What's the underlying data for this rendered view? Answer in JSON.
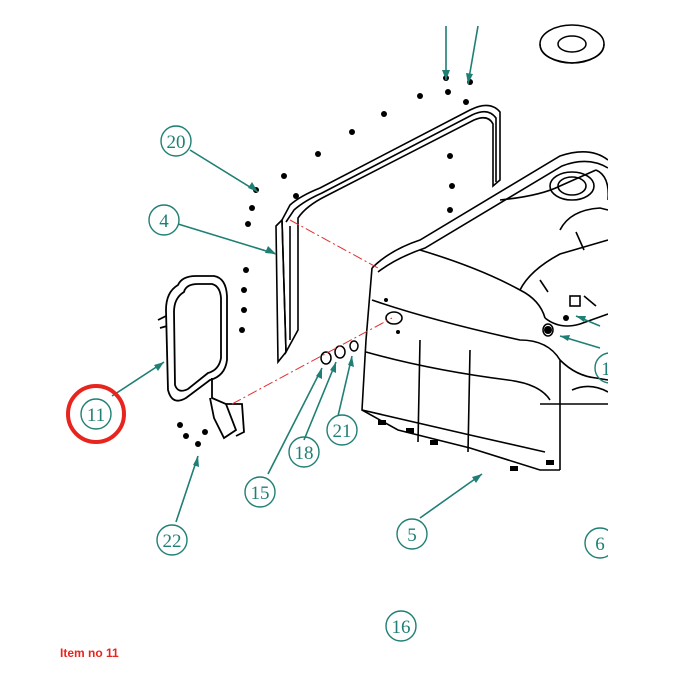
{
  "diagram": {
    "callouts": [
      {
        "id": "c20",
        "label": "20"
      },
      {
        "id": "c4",
        "label": "4"
      },
      {
        "id": "c11",
        "label": "11",
        "highlighted": true
      },
      {
        "id": "c22",
        "label": "22"
      },
      {
        "id": "c15",
        "label": "15"
      },
      {
        "id": "c18",
        "label": "18"
      },
      {
        "id": "c21",
        "label": "21"
      },
      {
        "id": "c5",
        "label": "5"
      },
      {
        "id": "c6",
        "label": "6"
      },
      {
        "id": "c16",
        "label": "16"
      },
      {
        "id": "c1",
        "label": "1"
      }
    ],
    "colors": {
      "callout": "#1f7f74",
      "highlight": "#e8241e",
      "line": "#000000",
      "centerline": "#e03030"
    }
  },
  "caption": "Item no 11"
}
